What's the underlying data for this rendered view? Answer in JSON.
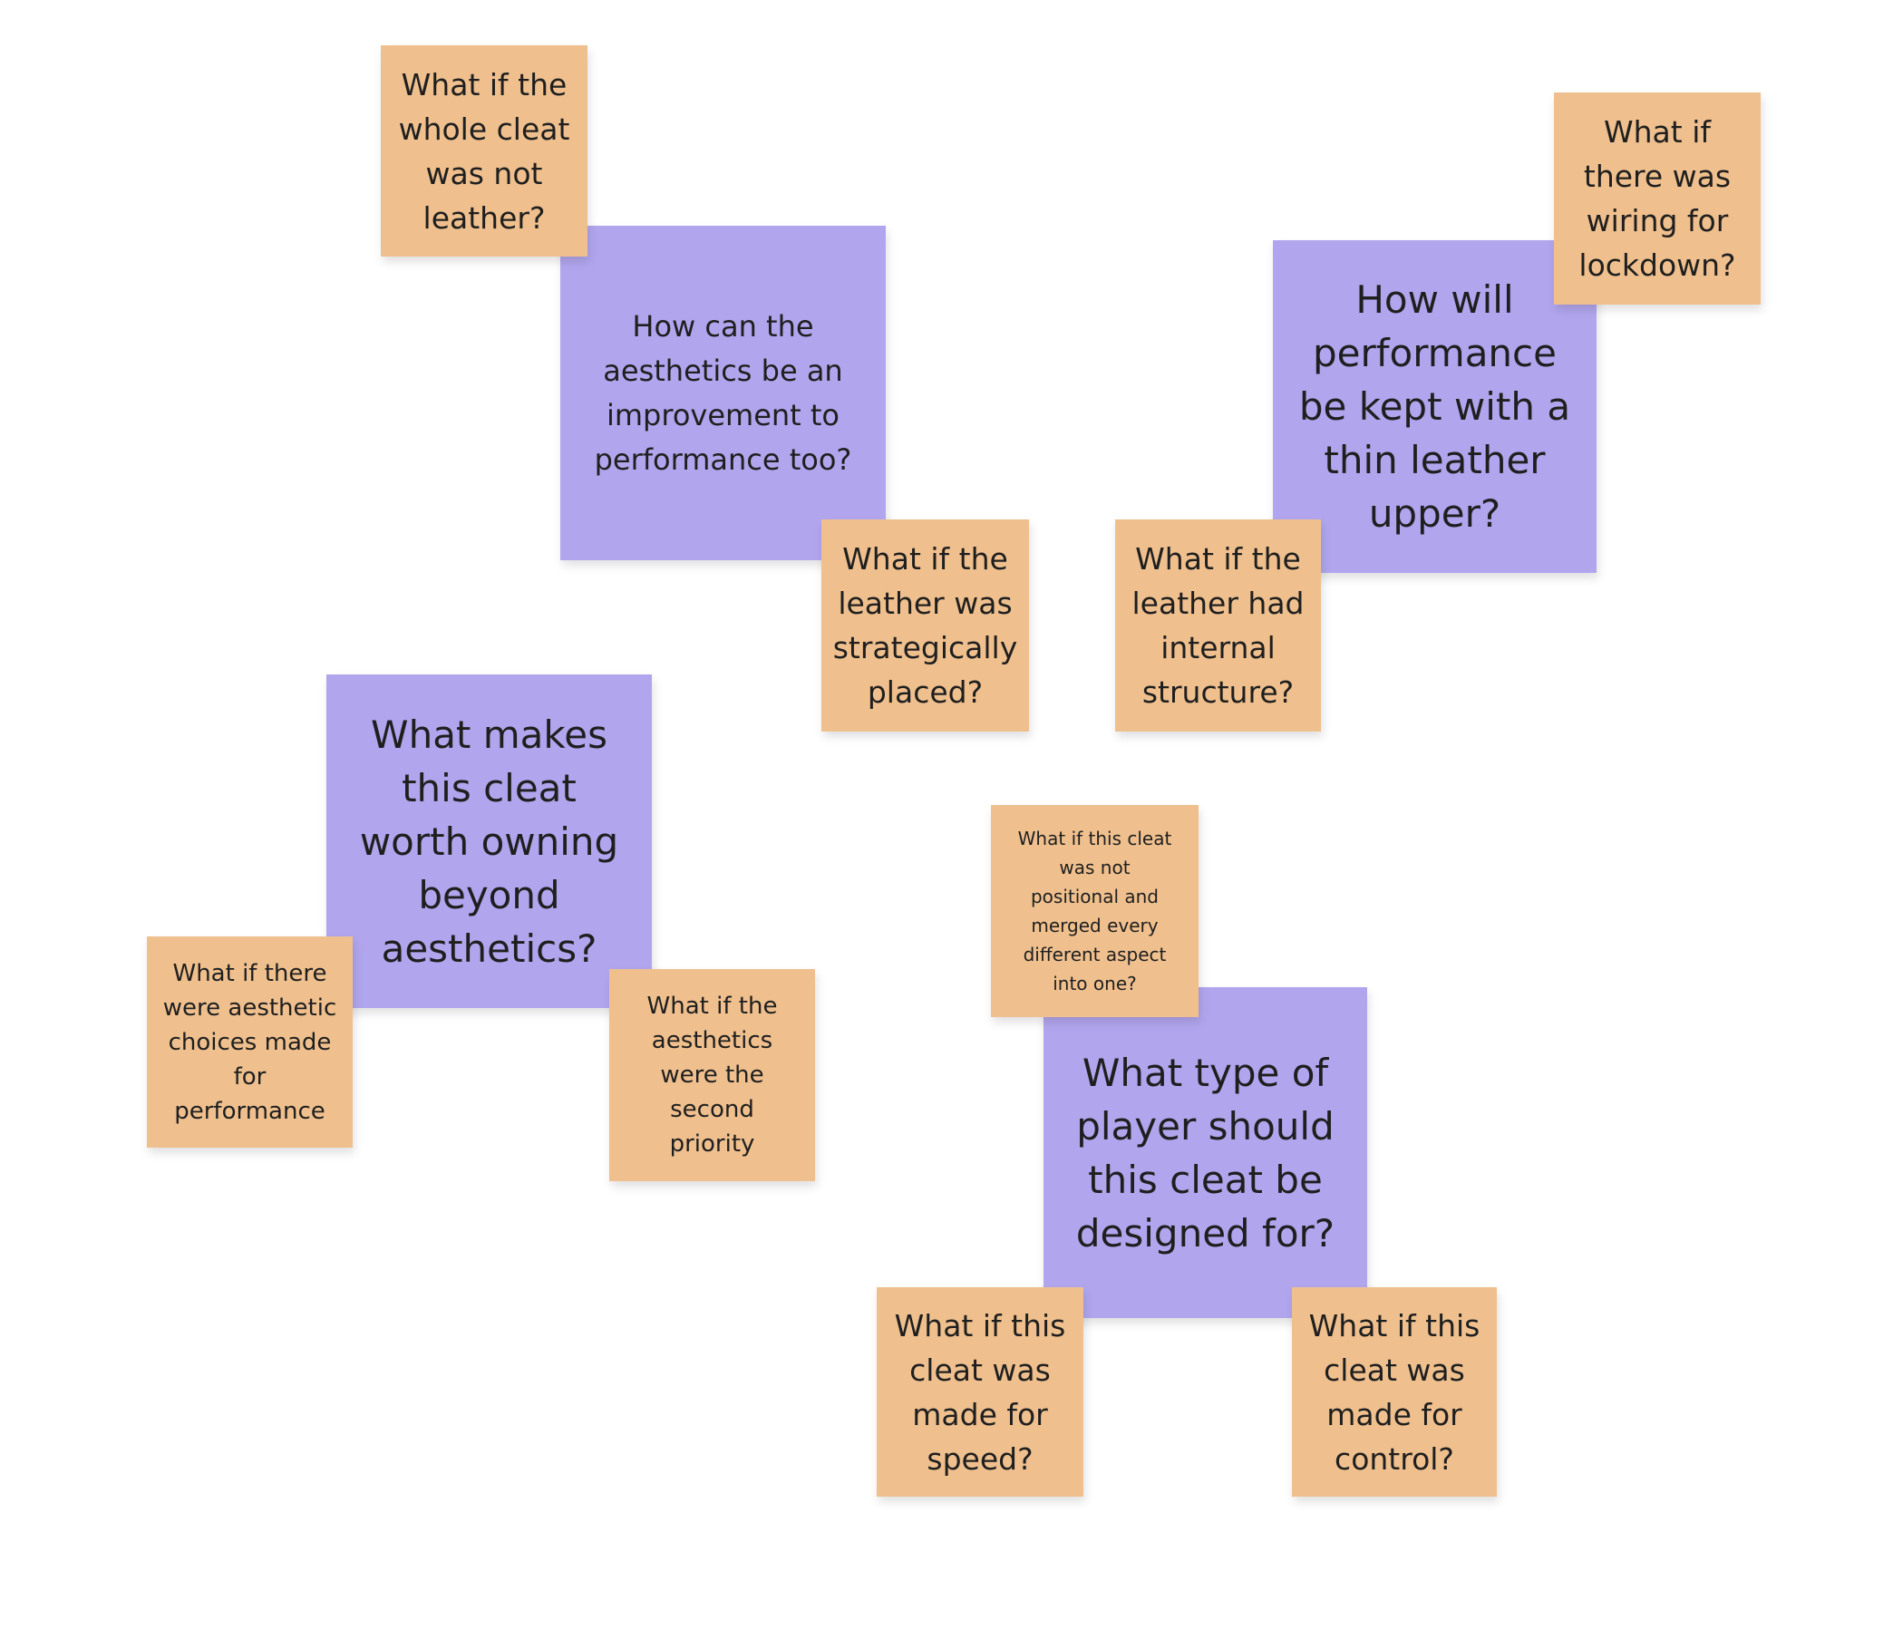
{
  "colors": {
    "orange": "#efc08e",
    "purple": "#b1a6ee"
  },
  "notes": [
    {
      "text": "What if the\nwhole cleat\nwas not\nleather?",
      "color": "orange"
    },
    {
      "text": "How can the\naesthetics be an\nimprovement to\nperformance too?",
      "color": "purple"
    },
    {
      "text": "What if the\nleather was\nstrategically\nplaced?",
      "color": "orange"
    },
    {
      "text": "How will\nperformance\nbe kept with a\nthin leather\nupper?",
      "color": "purple"
    },
    {
      "text": "What if\nthere was\nwiring for\nlockdown?",
      "color": "orange"
    },
    {
      "text": "What if the\nleather had\ninternal\nstructure?",
      "color": "orange"
    },
    {
      "text": "What makes\nthis cleat\nworth owning\nbeyond\naesthetics?",
      "color": "purple"
    },
    {
      "text": "What if there\nwere aesthetic\nchoices made\nfor\nperformance",
      "color": "orange"
    },
    {
      "text": "What if the\naesthetics\nwere the\nsecond\npriority",
      "color": "orange"
    },
    {
      "text": "What if this cleat\nwas not\npositional and\nmerged every\ndifferent aspect\ninto one?",
      "color": "orange"
    },
    {
      "text": "What type of\nplayer should\nthis cleat be\ndesigned for?",
      "color": "purple"
    },
    {
      "text": "What if this\ncleat was\nmade for\nspeed?",
      "color": "orange"
    },
    {
      "text": "What if this\ncleat was\nmade for\ncontrol?",
      "color": "orange"
    }
  ]
}
